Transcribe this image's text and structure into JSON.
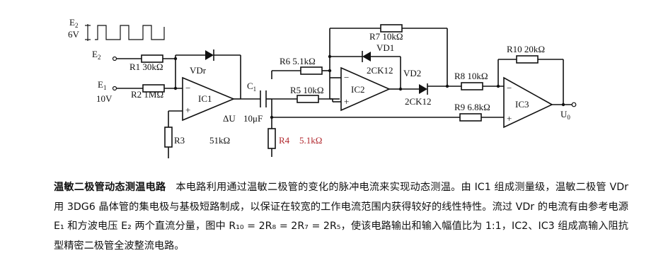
{
  "labels": {
    "e2_wave": "E",
    "e2_wave_sub": "2",
    "e2_level": "6V",
    "e2_input": "E",
    "e2_input_sub": "2",
    "e1_input": "E",
    "e1_input_sub": "1",
    "e1_level": "10V",
    "r1": "R1 30kΩ",
    "r2": "R2 1MΩ",
    "r3": "R3",
    "r3_value": "51kΩ",
    "vdr": "VDr",
    "ic1": "IC1",
    "delta_u": "ΔU",
    "c1": "C",
    "c1_sub": "1",
    "c1_value": "10μF",
    "r4": "R4",
    "r4_value": "5.1kΩ",
    "r5": "R5 10kΩ",
    "r6": "R6  5.1kΩ",
    "r7": "R7 10kΩ",
    "vd1": "VD1",
    "vd1_type": "2CK12",
    "vd2": "VD2",
    "vd2_type": "2CK12",
    "ic2": "IC2",
    "r8": "R8 10kΩ",
    "r9": "R9 6.8kΩ",
    "r10": "R10 20kΩ",
    "ic3": "IC3",
    "output": "U",
    "output_sub": "0",
    "minus": "−",
    "plus": "+"
  },
  "caption": {
    "title": "温敏二极管动态测温电路",
    "body": "本电路利用通过温敏二极管的变化的脉冲电流来实现动态测温。由 IC1 组成测量级，温敏二极管 VDr 用 3DG6 晶体管的集电极与基极短路制成，以保证在较宽的工作电流范围内获得较好的线性特性。流过 VDr 的电流有由参考电源 E₁ 和方波电压 E₂ 两个直流分量，图中 R₁₀ = 2R₈ = 2R₇ = 2R₅，使该电路输出和输入幅值比为 1:1，IC2、IC3 组成高输入阻抗型精密二极管全波整流电路。"
  },
  "colors": {
    "ink": "#111111",
    "highlight": "#b0262c"
  }
}
